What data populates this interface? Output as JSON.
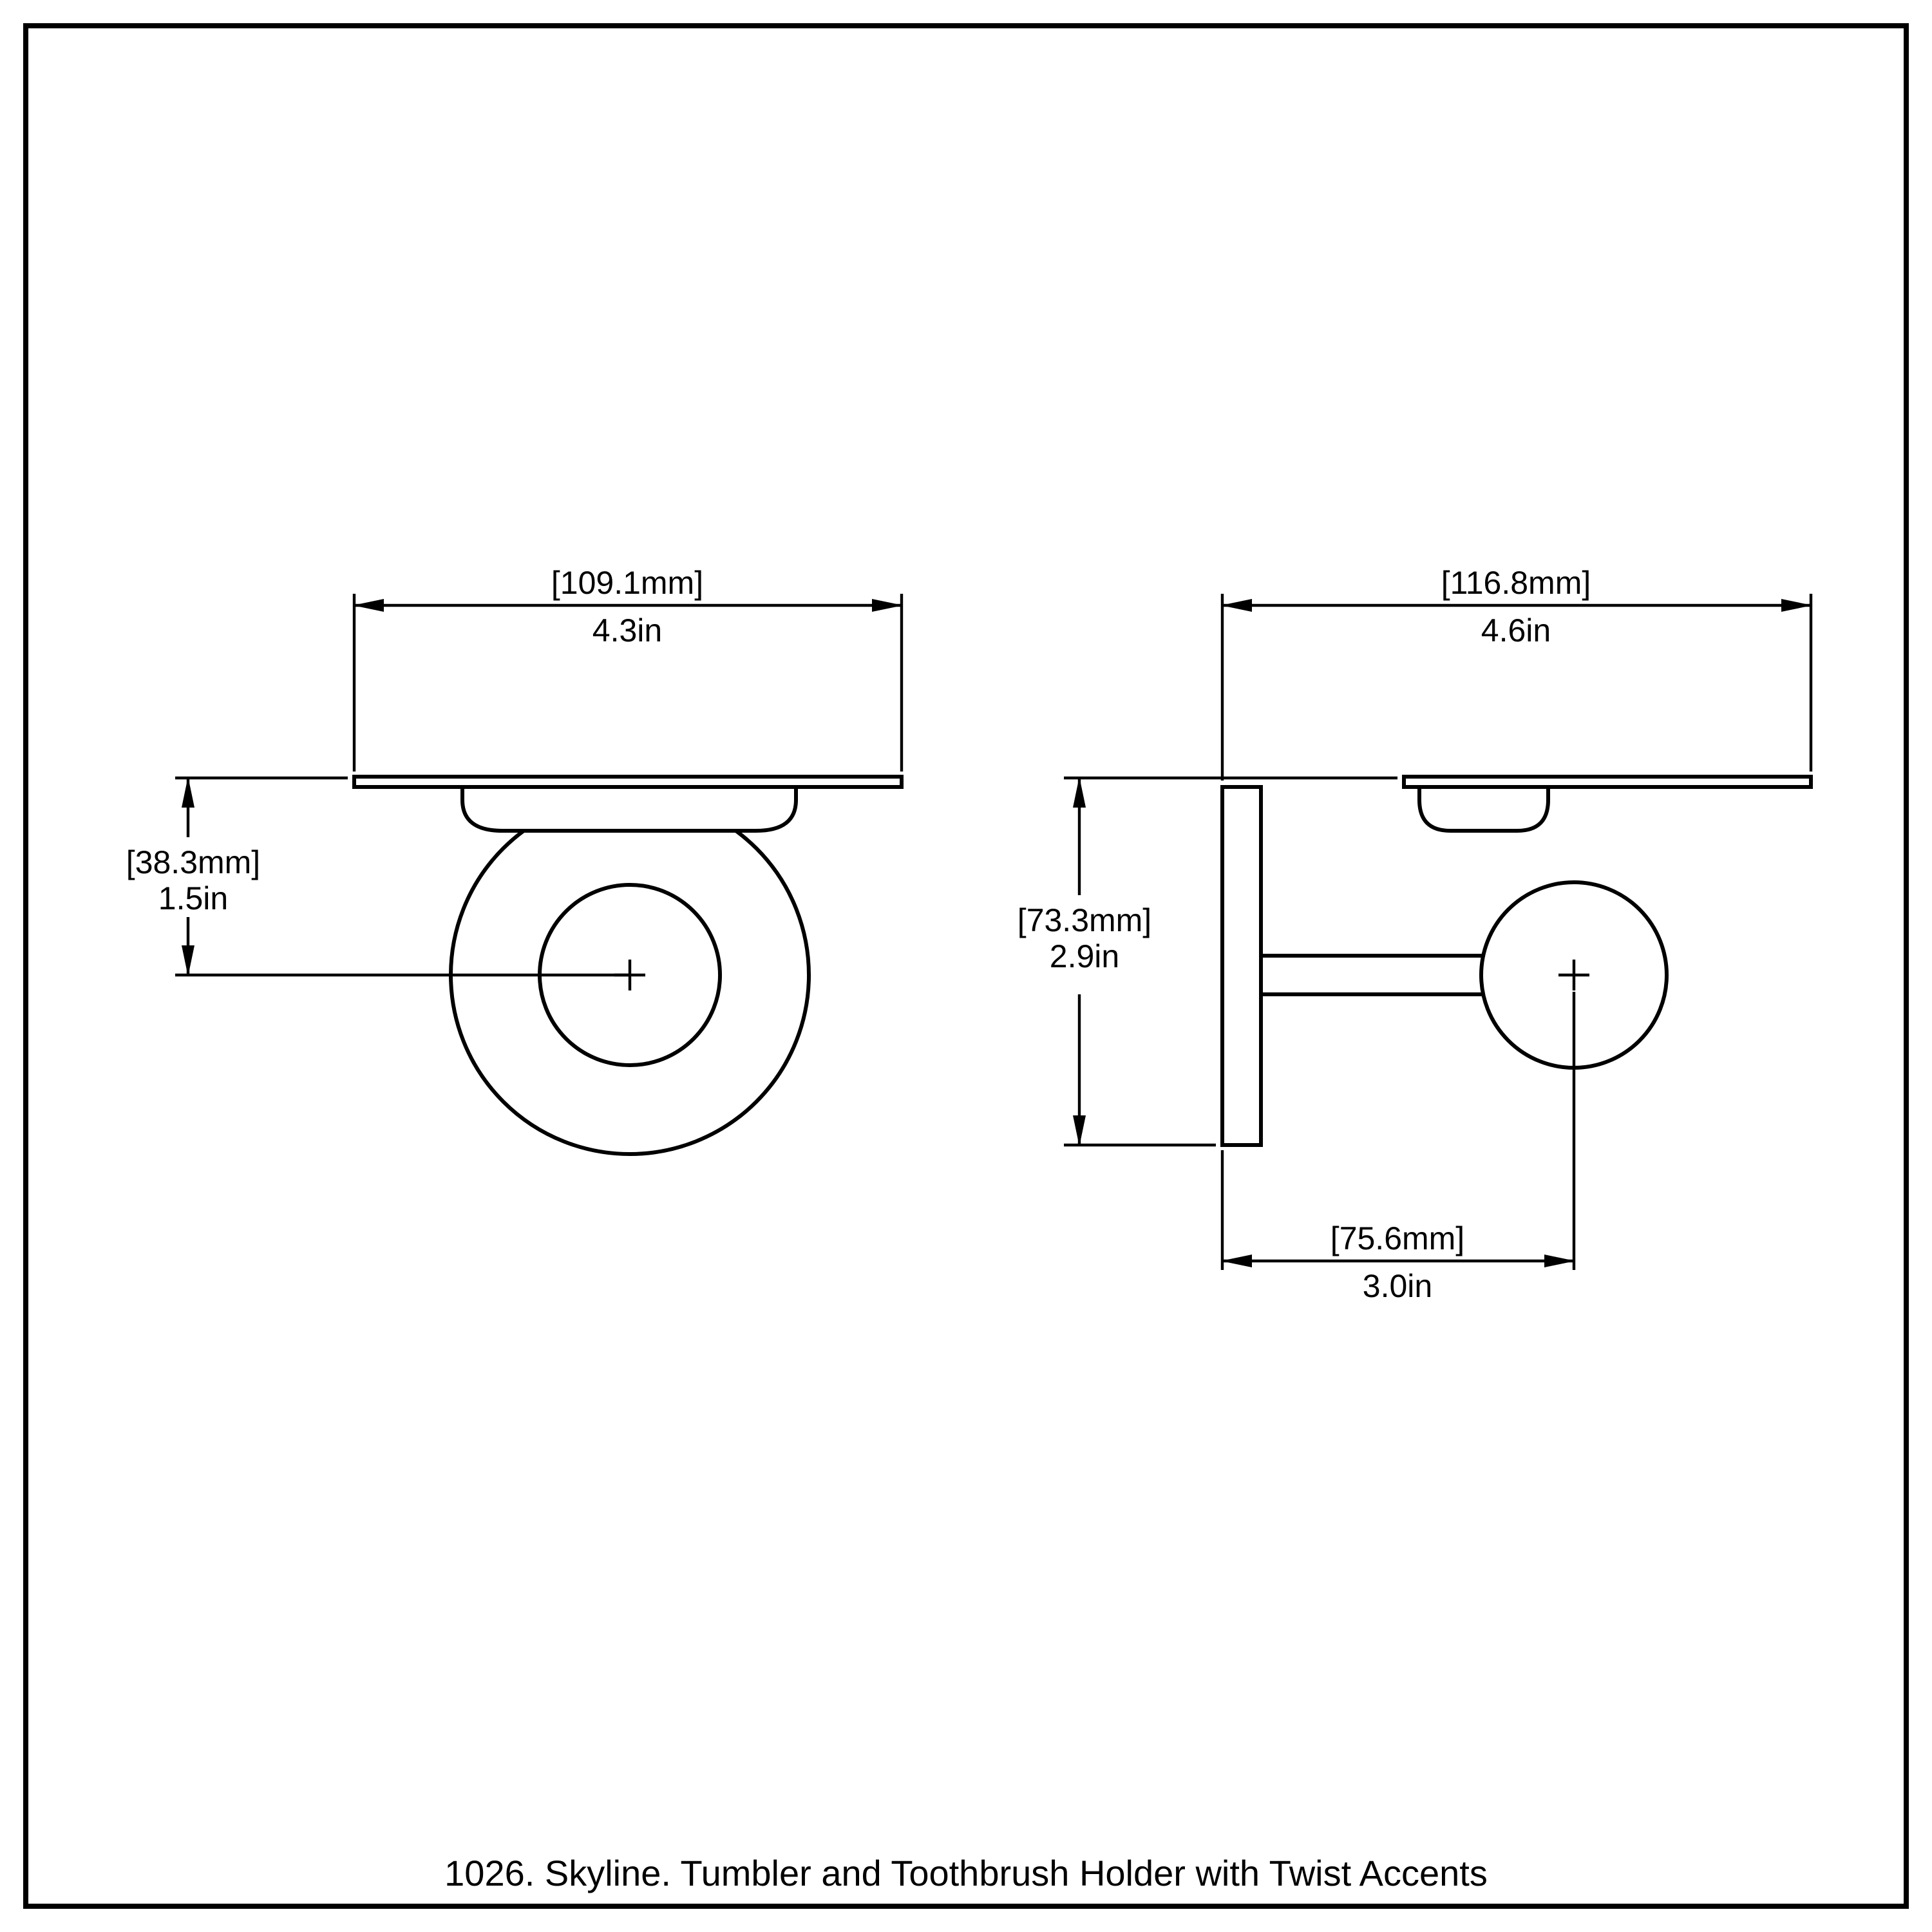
{
  "caption": "1026. Skyline. Tumbler and Toothbrush Holder with Twist Accents",
  "views": {
    "front": {
      "width": {
        "mm": "[109.1mm]",
        "in": "4.3in"
      },
      "height": {
        "mm": "[38.3mm]",
        "in": "1.5in"
      }
    },
    "side": {
      "width": {
        "mm": "[116.8mm]",
        "in": "4.6in"
      },
      "height": {
        "mm": "[73.3mm]",
        "in": "2.9in"
      },
      "depth": {
        "mm": "[75.6mm]",
        "in": "3.0in"
      }
    }
  },
  "colors": {
    "line": "#000000",
    "background": "#ffffff",
    "border": "#000000"
  }
}
